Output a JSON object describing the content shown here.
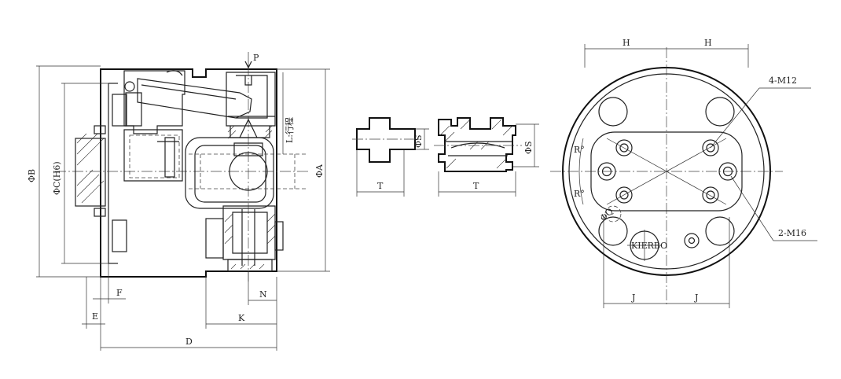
{
  "side_view": {
    "label_B": "ΦB",
    "label_C": "ΦC(H6)",
    "label_A": "ΦA",
    "label_P": "P",
    "label_stroke": "L:行程",
    "label_F": "F",
    "label_E": "E",
    "label_N": "N",
    "label_K": "K",
    "label_D": "D"
  },
  "t_slot_views": {
    "label_S1": "ΦS",
    "label_T1": "T",
    "label_S2": "ΦS",
    "label_T2": "T"
  },
  "front_view": {
    "label_H_left": "H",
    "label_H_right": "H",
    "label_J_left": "J",
    "label_J_right": "J",
    "label_4m12": "4-M12",
    "label_2m16": "2-M16",
    "label_R_top": "R°",
    "label_R_bottom": "R°",
    "label_phi": "ΦQ",
    "brand": "KIERBO"
  }
}
